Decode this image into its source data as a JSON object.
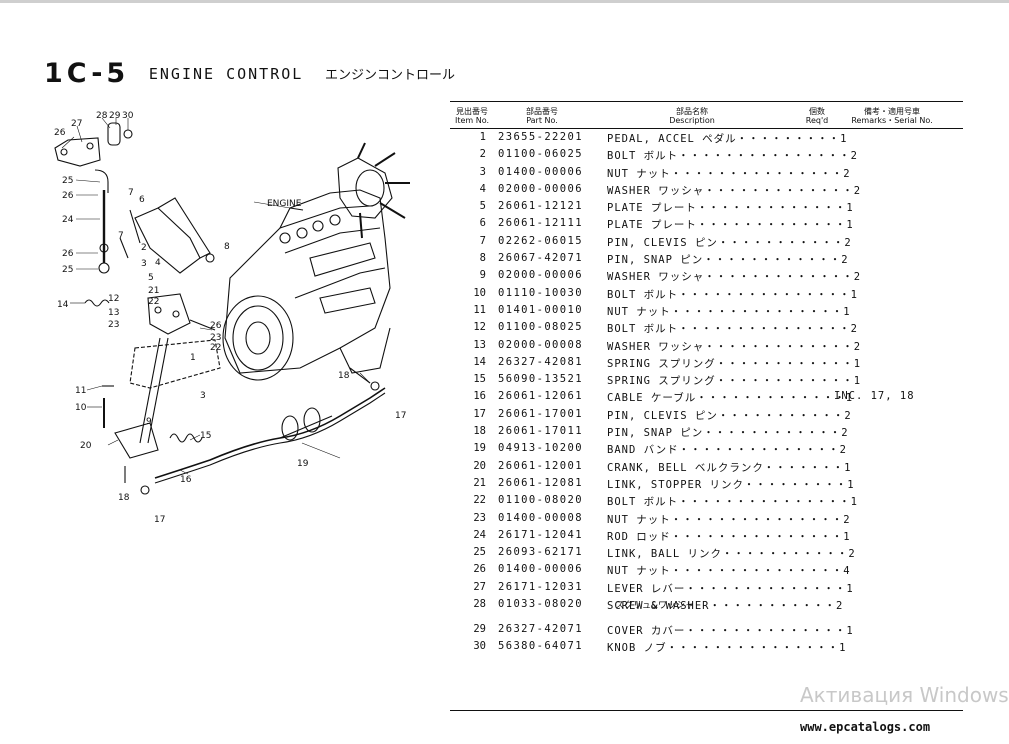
{
  "page": {
    "code": "1C-5",
    "title": "ENGINE CONTROL",
    "title_jp": "エンジンコントロール"
  },
  "table": {
    "headers": {
      "item_jp": "見出番号",
      "item": "Item No.",
      "part_jp": "部品番号",
      "part": "Part No.",
      "desc_jp": "部品名称",
      "desc": "Description",
      "req_jp": "個数",
      "req": "Req'd",
      "remarks_jp": "備考・適用号車",
      "remarks": "Remarks・Serial No."
    },
    "rows": [
      {
        "item": "1",
        "part": "23655-22201",
        "desc": "PEDAL, ACCEL ペダル・・・・・・・・・1",
        "remarks": ""
      },
      {
        "item": "2",
        "part": "01100-06025",
        "desc": "BOLT ボルト・・・・・・・・・・・・・・・2",
        "remarks": ""
      },
      {
        "item": "3",
        "part": "01400-00006",
        "desc": "NUT ナット・・・・・・・・・・・・・・・2",
        "remarks": ""
      },
      {
        "item": "4",
        "part": "02000-00006",
        "desc": "WASHER ワッシャ・・・・・・・・・・・・・2",
        "remarks": ""
      },
      {
        "item": "5",
        "part": "26061-12121",
        "desc": "PLATE プレート・・・・・・・・・・・・・1",
        "remarks": ""
      },
      {
        "item": "6",
        "part": "26061-12111",
        "desc": "PLATE プレート・・・・・・・・・・・・・1",
        "remarks": ""
      },
      {
        "item": "7",
        "part": "02262-06015",
        "desc": "PIN, CLEVIS ピン・・・・・・・・・・・2",
        "remarks": ""
      },
      {
        "item": "8",
        "part": "26067-42071",
        "desc": "PIN, SNAP ピン・・・・・・・・・・・・2",
        "remarks": ""
      },
      {
        "item": "9",
        "part": "02000-00006",
        "desc": "WASHER ワッシャ・・・・・・・・・・・・・2",
        "remarks": ""
      },
      {
        "item": "10",
        "part": "01110-10030",
        "desc": "BOLT ボルト・・・・・・・・・・・・・・・1",
        "remarks": ""
      },
      {
        "item": "11",
        "part": "01401-00010",
        "desc": "NUT ナット・・・・・・・・・・・・・・・1",
        "remarks": ""
      },
      {
        "item": "12",
        "part": "01100-08025",
        "desc": "BOLT ボルト・・・・・・・・・・・・・・・2",
        "remarks": ""
      },
      {
        "item": "13",
        "part": "02000-00008",
        "desc": "WASHER ワッシャ・・・・・・・・・・・・・2",
        "remarks": ""
      },
      {
        "item": "14",
        "part": "26327-42081",
        "desc": "SPRING スプリング・・・・・・・・・・・・1",
        "remarks": ""
      },
      {
        "item": "15",
        "part": "56090-13521",
        "desc": "SPRING スプリング・・・・・・・・・・・・1",
        "remarks": ""
      },
      {
        "item": "16",
        "part": "26061-12061",
        "desc": "CABLE ケーブル・・・・・・・・・・・・・1",
        "remarks": "INC. 17, 18"
      },
      {
        "item": "17",
        "part": "26061-17001",
        "desc": "PIN, CLEVIS ピン・・・・・・・・・・・2",
        "remarks": ""
      },
      {
        "item": "18",
        "part": "26061-17011",
        "desc": "PIN, SNAP ピン・・・・・・・・・・・・2",
        "remarks": ""
      },
      {
        "item": "19",
        "part": "04913-10200",
        "desc": "BAND バンド・・・・・・・・・・・・・・2",
        "remarks": ""
      },
      {
        "item": "20",
        "part": "26061-12001",
        "desc": "CRANK, BELL ベルクランク・・・・・・・1",
        "remarks": ""
      },
      {
        "item": "21",
        "part": "26061-12081",
        "desc": "LINK, STOPPER リンク・・・・・・・・・1",
        "remarks": ""
      },
      {
        "item": "22",
        "part": "01100-08020",
        "desc": "BOLT ボルト・・・・・・・・・・・・・・・1",
        "remarks": ""
      },
      {
        "item": "23",
        "part": "01400-00008",
        "desc": "NUT ナット・・・・・・・・・・・・・・・2",
        "remarks": ""
      },
      {
        "item": "24",
        "part": "26171-12041",
        "desc": "ROD ロッド・・・・・・・・・・・・・・・1",
        "remarks": ""
      },
      {
        "item": "25",
        "part": "26093-62171",
        "desc": "LINK, BALL リンク・・・・・・・・・・・2",
        "remarks": ""
      },
      {
        "item": "26",
        "part": "01400-00006",
        "desc": "NUT ナット・・・・・・・・・・・・・・・4",
        "remarks": ""
      },
      {
        "item": "27",
        "part": "26171-12031",
        "desc": "LEVER レバー・・・・・・・・・・・・・・1",
        "remarks": ""
      },
      {
        "item": "28",
        "part": "01033-08020",
        "desc": "SCREW & WASHER・・・・・・・・・・・2",
        "desc_sub": "スクリュ&ワッシャ",
        "remarks": ""
      },
      {
        "item": "29",
        "part": "26327-42071",
        "desc": "COVER カバー・・・・・・・・・・・・・・1",
        "remarks": ""
      },
      {
        "item": "30",
        "part": "56380-64071",
        "desc": "KNOB ノブ・・・・・・・・・・・・・・・1",
        "remarks": ""
      }
    ]
  },
  "diagram": {
    "engine_label": "ENGINE",
    "callouts": [
      "26",
      "27",
      "28",
      "29",
      "30",
      "25",
      "26",
      "24",
      "7",
      "6",
      "7",
      "2",
      "3",
      "4",
      "5",
      "8",
      "26",
      "25",
      "14",
      "12",
      "13",
      "23",
      "21",
      "22",
      "26",
      "23",
      "22",
      "1",
      "18",
      "11",
      "10",
      "9",
      "3",
      "20",
      "15",
      "19",
      "17",
      "16",
      "18",
      "17"
    ]
  },
  "watermark": "Активация Windows",
  "website": "www.epcatalogs.com"
}
